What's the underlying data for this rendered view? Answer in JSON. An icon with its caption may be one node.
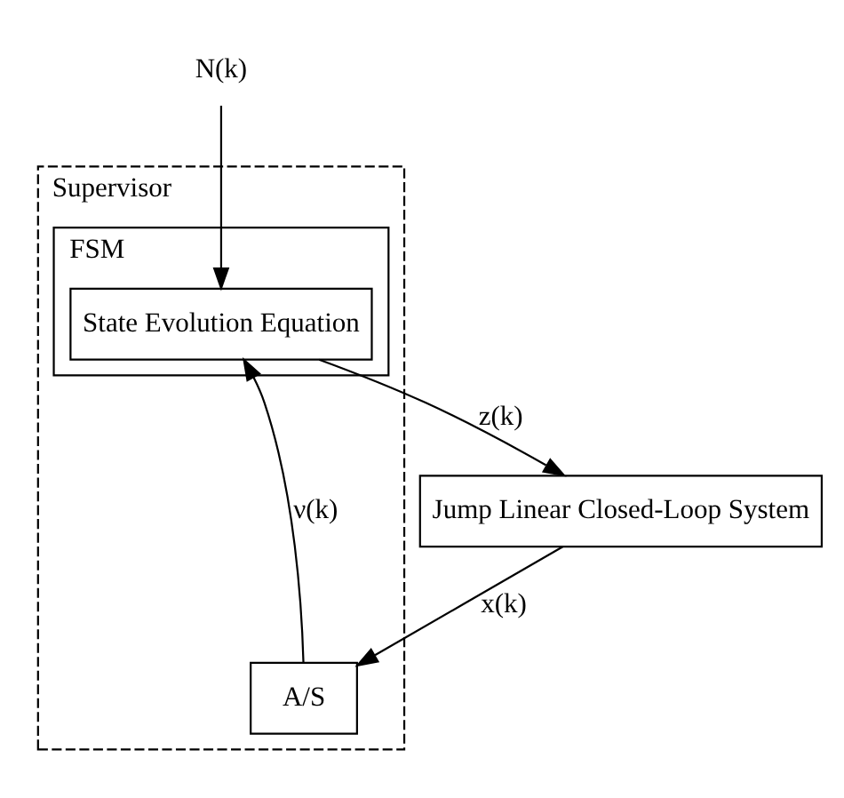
{
  "diagram": {
    "nodes": [
      {
        "text": [
          "Supervisor"
        ]
      },
      {
        "text": [
          "FSM"
        ],
        "in": 0
      },
      {
        "text": [
          "State Evolution Equation"
        ],
        "in": 1
      },
      {
        "text": [
          "A/S"
        ],
        "in": 0
      },
      {
        "text": [
          "Jump Linear Closed-Loop System"
        ]
      },
      {
        "text": [
          "N(k)"
        ]
      }
    ],
    "edges": [
      {
        "from": 5,
        "to": 2,
        "arrow": "to"
      },
      {
        "from": 3,
        "to": 2,
        "arrow": "to",
        "label": "ν(k)"
      },
      {
        "from": 2,
        "to": 4,
        "arrow": "to",
        "label": "z(k)"
      },
      {
        "from": 4,
        "to": 3,
        "arrow": "to",
        "label": "x(k)"
      }
    ]
  }
}
